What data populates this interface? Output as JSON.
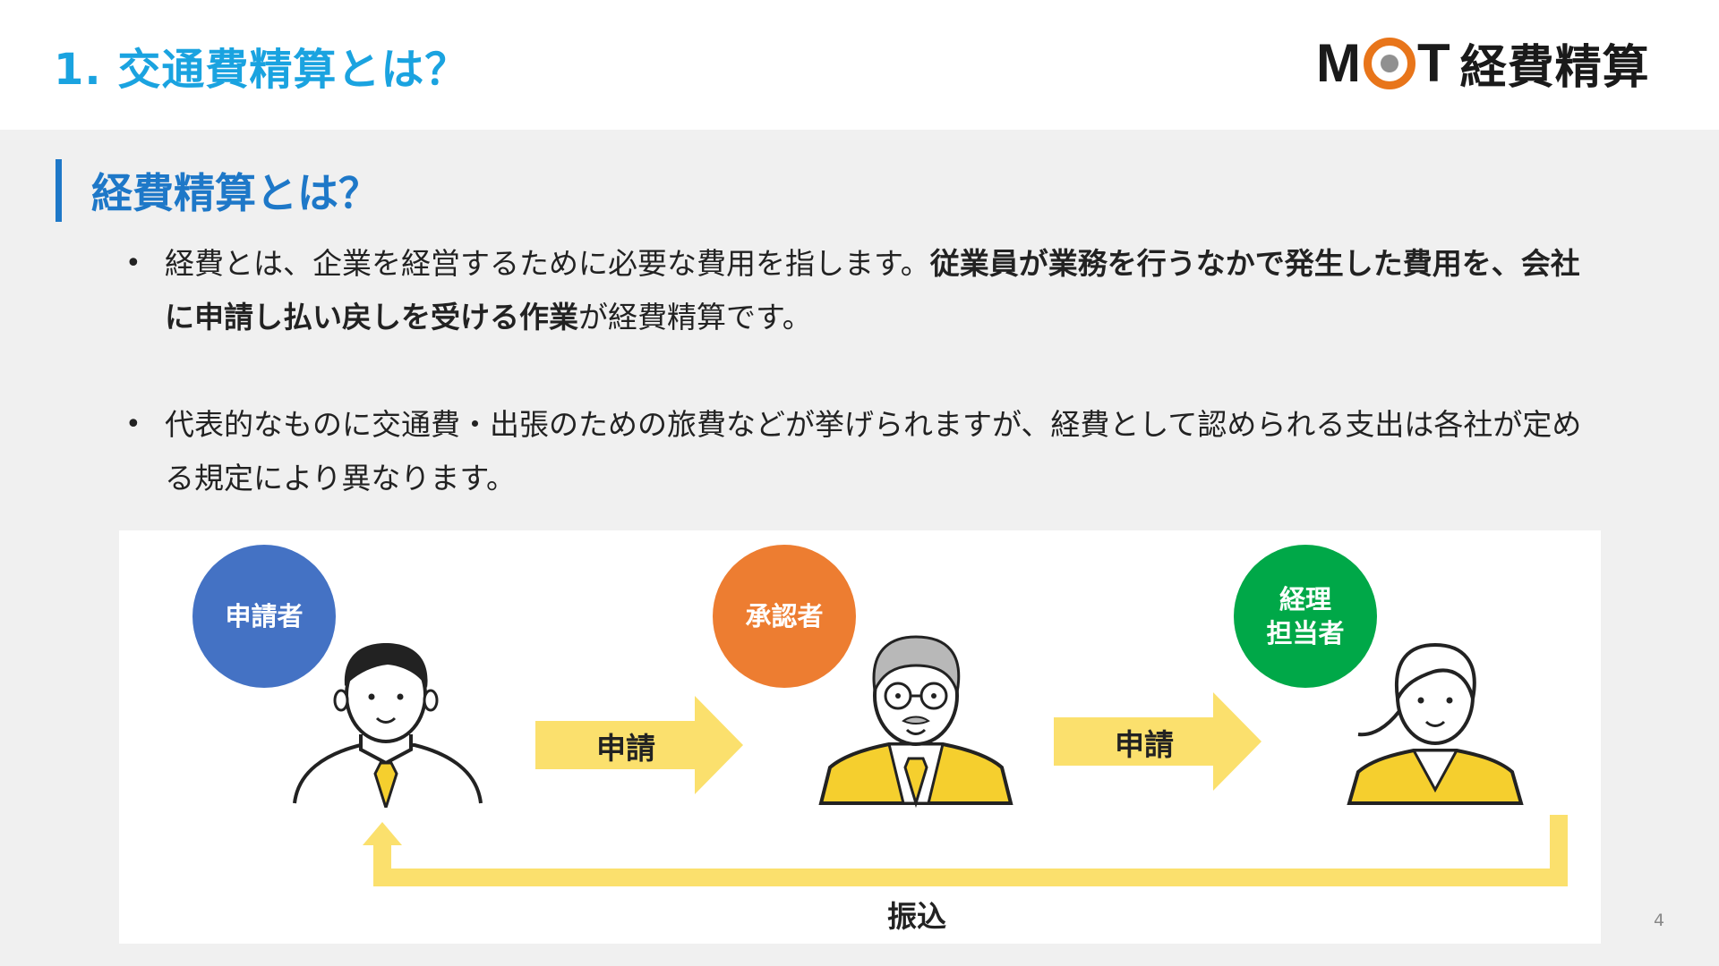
{
  "header": {
    "slide_title": "1. 交通費精算とは？",
    "logo_m": "M",
    "logo_t": "T",
    "logo_jp": "経費精算"
  },
  "section": {
    "title": "経費精算とは？"
  },
  "bullets": [
    {
      "part1": "経費とは、企業を経営するために必要な費用を指します。",
      "bold": "従業員が業務を行うなかで発生した費用を、会社に申請し払い戻しを受ける作業",
      "part2": "が経費精算です。"
    },
    {
      "text": "代表的なものに交通費・出張のための旅費などが挙げられますが、経費として認められる支出は各社が定める規定により異なります。"
    }
  ],
  "bullet_symbol": "•",
  "diagram": {
    "roles": [
      {
        "label": "申請者",
        "color": "#4472c4"
      },
      {
        "label": "承認者",
        "color": "#ed7d31"
      },
      {
        "label_line1": "経理",
        "label_line2": "担当者",
        "color": "#00a848"
      }
    ],
    "arrows": [
      {
        "label": "申請"
      },
      {
        "label": "申請"
      }
    ],
    "return_label": "振込",
    "arrow_color": "#fbe06d"
  },
  "page_number": "4"
}
